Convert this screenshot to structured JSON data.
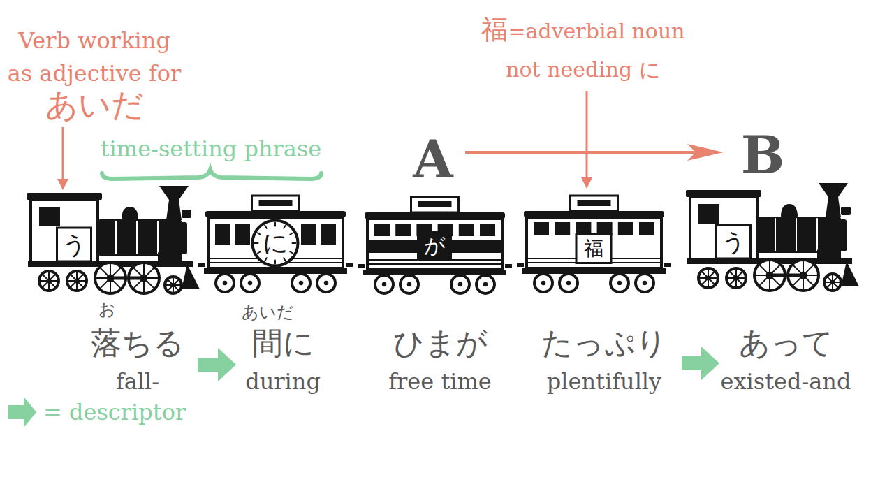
{
  "diagram": {
    "nodes": [
      {
        "text": [
          "う"
        ]
      },
      {
        "text": [
          "に"
        ]
      },
      {
        "text": [
          "が"
        ]
      },
      {
        "text": [
          "福"
        ]
      },
      {
        "text": [
          "う"
        ]
      }
    ],
    "labels": [
      "Verb working as adjective for",
      "あいだ",
      "time-setting phrase",
      "A",
      "B",
      "福",
      "=adverbial noun not needing に",
      "お",
      "落ちる",
      "fall-",
      "あいだ",
      "間に",
      "during",
      "ひまが",
      "free time",
      "たっぷり",
      "plentifully",
      "あって",
      "existed-and"
    ],
    "legend": [
      {
        "text": "= descriptor"
      }
    ]
  }
}
